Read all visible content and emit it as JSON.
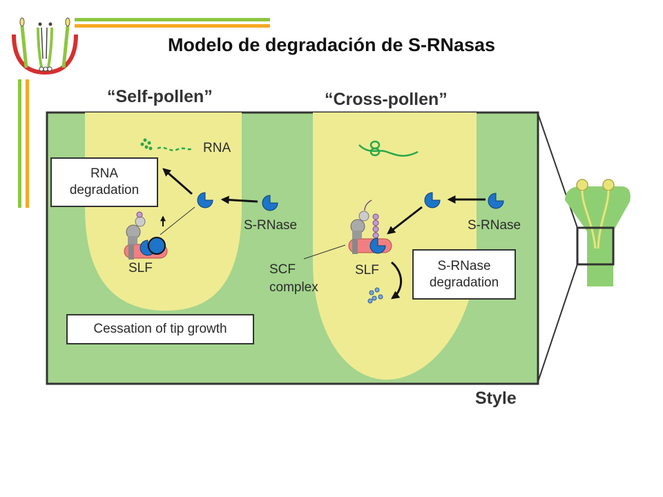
{
  "slide": {
    "title": "Modelo de degradación de S-RNasas"
  },
  "diagram": {
    "self_pollen_label": "“Self-pollen”",
    "cross_pollen_label": "“Cross-pollen”",
    "rna_label": "RNA",
    "rna_degradation_box": [
      "RNA",
      "degradation"
    ],
    "srnase_label_left": "S-RNase",
    "srnase_label_right": "S-RNase",
    "slf_label_left": "SLF",
    "slf_label_right": "SLF",
    "scf_complex_label": [
      "SCF",
      "complex"
    ],
    "srnase_degradation_box": [
      "S-RNase",
      "degradation"
    ],
    "cessation_box": "Cessation of tip growth",
    "style_label": "Style"
  },
  "colors": {
    "style_green": "#a4d48e",
    "pollen_tube_yellow": "#eeeb93",
    "bar_green": "#8dc63f",
    "bar_orange": "#f7a823",
    "srnase_blue": "#1d74c9",
    "slf_red": "#f08080"
  }
}
